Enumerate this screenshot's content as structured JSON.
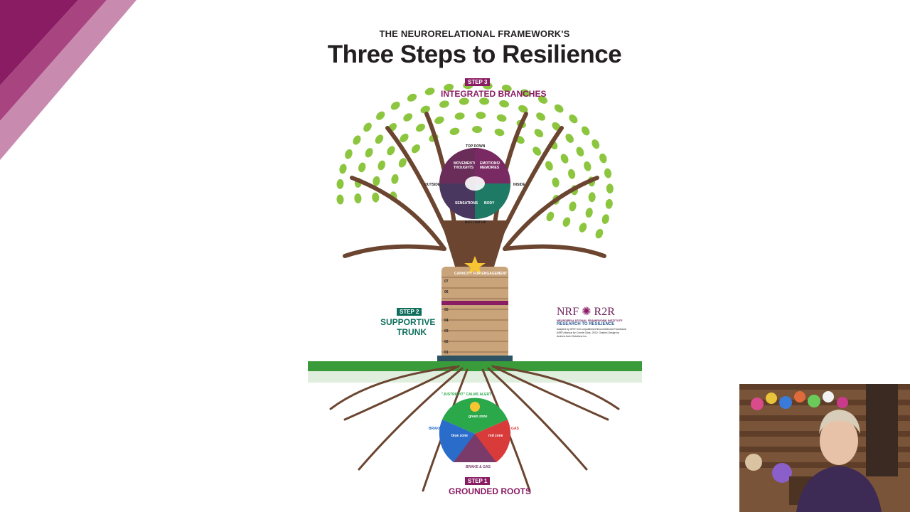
{
  "poster": {
    "pre_title": "THE NEURORELATIONAL FRAMEWORK'S",
    "title": "Three Steps to Resilience",
    "step3": {
      "tag": "STEP 3",
      "name": "INTEGRATED BRANCHES"
    },
    "step2": {
      "tag": "STEP 2",
      "name_line1": "SUPPORTIVE",
      "name_line2": "TRUNK"
    },
    "step1": {
      "tag": "STEP 1",
      "name": "GROUNDED ROOTS"
    },
    "circle": {
      "top": "TOP DOWN",
      "bottom": "BOTTOM UP",
      "left": "OUTSIDE",
      "right": "INSIDE",
      "q1": "MOVEMENT/ THOUGHTS",
      "q2": "EMOTIONS/ MEMORIES",
      "q3": "SENSATIONS",
      "q4": "BODY"
    },
    "trunk_rings": [
      "CAPACITY FOR ENGAGEMENT",
      "07",
      "06",
      "05",
      "04",
      "03",
      "02",
      "01"
    ],
    "roots": {
      "alert": "\"JUSTRIGHT\" CALMS ALERT",
      "green": "green zone",
      "blue": "blue zone",
      "red": "red zone",
      "brake": "BRAKE",
      "gas": "GAS",
      "brake_gas": "BRAKE & GAS"
    },
    "nrf": {
      "logo": "NRF",
      "logo2": "R2R",
      "institute": "NEUROREALATIONAL FRAMEWORK INSTITUTE",
      "r2r": "RESEARCH TO RESILIENCE",
      "credits": "Adapted by GRIT from unpublished Neurorelational Framework (NRF) Manual by Connie Lillas, 2020. Graphic Design by Andrew Amer Solutions Inc."
    }
  },
  "colors": {
    "purple": "#8a1c64",
    "teal": "#0f6f5c",
    "leaf": "#8cc63f",
    "branch": "#6b4530",
    "grass": "#2f8f2f"
  }
}
